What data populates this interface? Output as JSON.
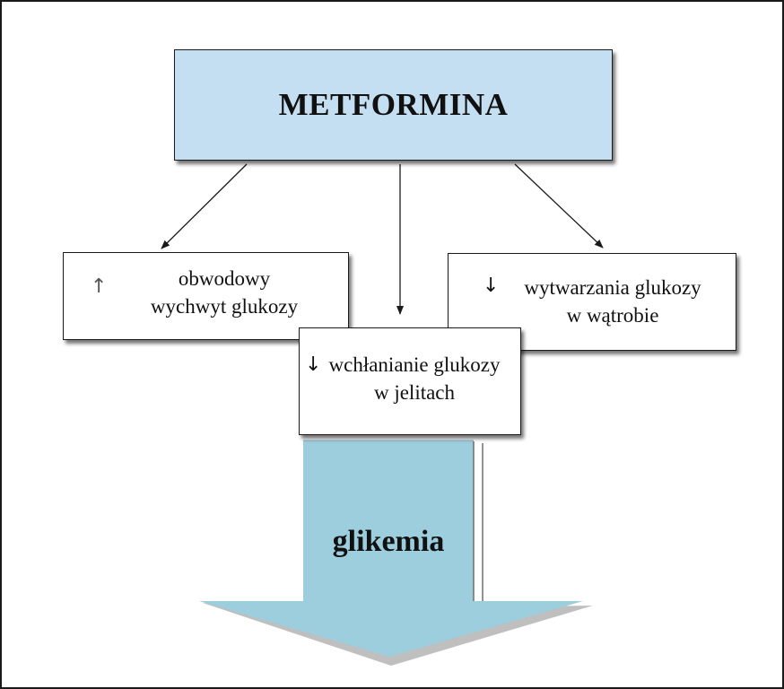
{
  "title": "METFORMINA",
  "effects": {
    "left": {
      "arrow": "↑",
      "line1": "obwodowy",
      "line2": "wychwyt glukozy"
    },
    "right": {
      "arrow": "↓",
      "line1": "wytwarzania glukozy",
      "line2": "w wątrobie"
    },
    "center": {
      "arrow": "↓",
      "line1": "wchłanianie glukozy",
      "line2": "w jelitach"
    }
  },
  "result": {
    "label": "glikemia",
    "direction_icon": "down-arrow-icon"
  },
  "colors": {
    "title_fill": "#c5dff2",
    "result_arrow_fill": "#9ccedd"
  }
}
